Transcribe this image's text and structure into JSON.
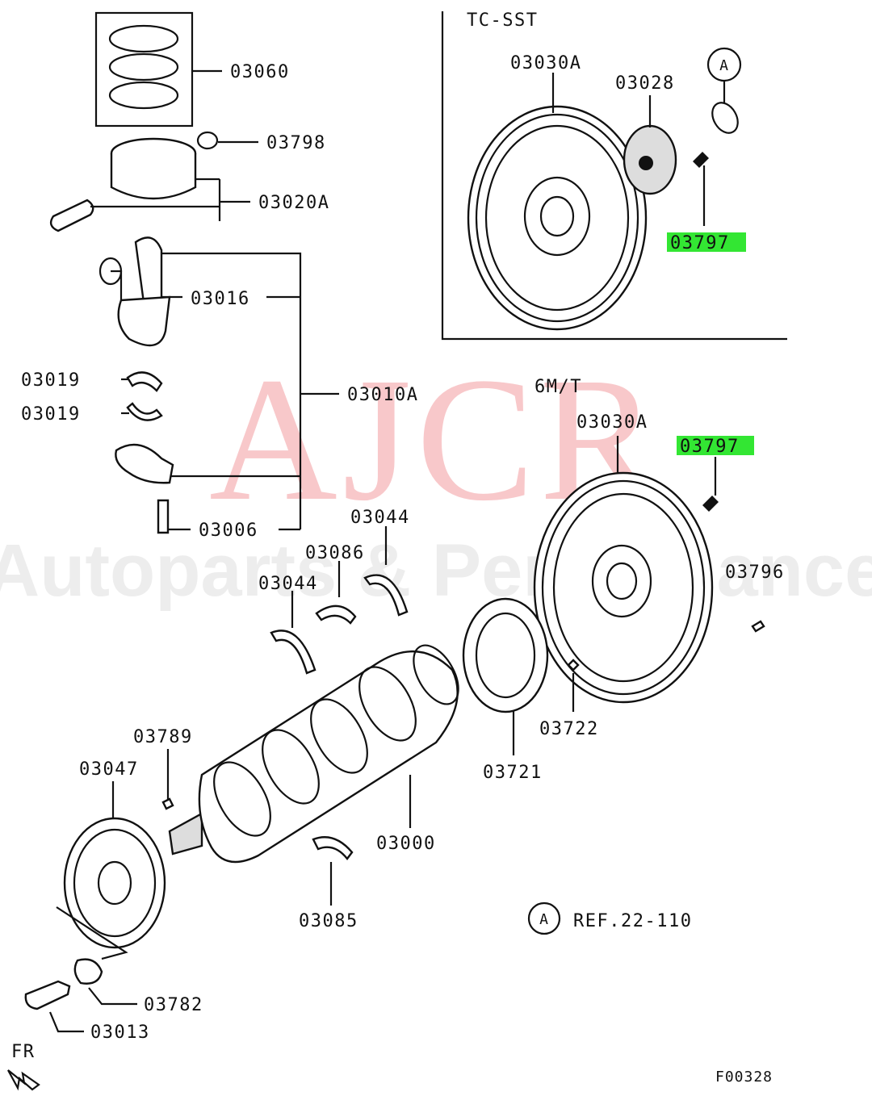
{
  "sections": {
    "tc_sst": "TC-SST",
    "six_mt": "6M/T"
  },
  "parts": {
    "p03060": "03060",
    "p03798": "03798",
    "p03020A": "03020A",
    "p03016": "03016",
    "p03019a": "03019",
    "p03019b": "03019",
    "p03010A": "03010A",
    "p03006": "03006",
    "p03044a": "03044",
    "p03044b": "03044",
    "p03086": "03086",
    "p03030A_tc": "03030A",
    "p03028": "03028",
    "p03797_tc": "03797",
    "p03030A_mt": "03030A",
    "p03797_mt": "03797",
    "p03796": "03796",
    "p03722": "03722",
    "p03721": "03721",
    "p03789": "03789",
    "p03047": "03047",
    "p03000": "03000",
    "p03085": "03085",
    "p03782": "03782",
    "p03013": "03013"
  },
  "reference": {
    "marker": "A",
    "text": "REF.22-110"
  },
  "fr_label": "FR",
  "figure_code": "F00328",
  "watermark": {
    "main": "AJCR",
    "sub": "Autoparts & Performance"
  },
  "colors": {
    "highlight": "#33e633",
    "watermark_main": "#e8494f",
    "watermark_sub": "#cccccc"
  }
}
